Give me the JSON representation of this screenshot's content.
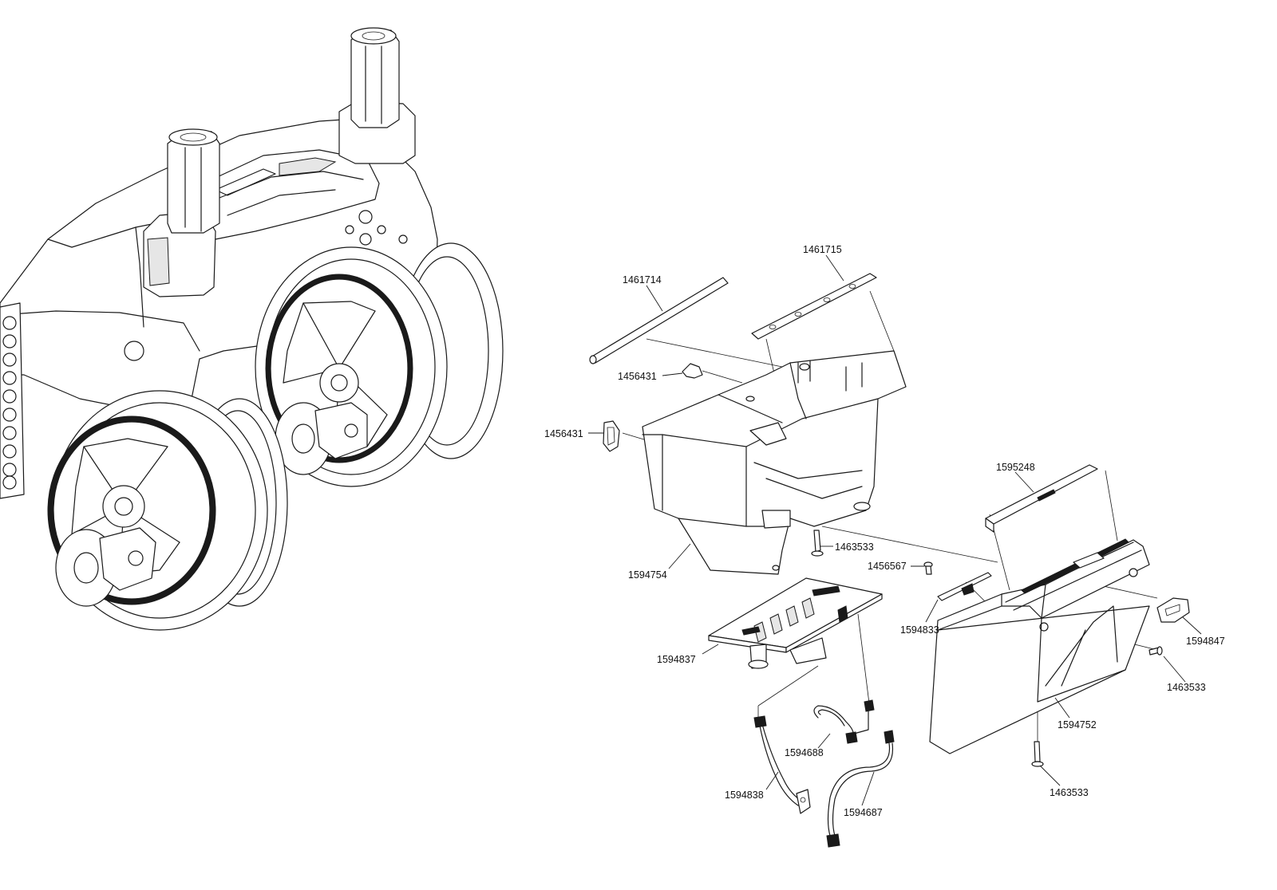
{
  "parts": [
    {
      "id": "p1461714",
      "number": "1461714"
    },
    {
      "id": "p1461715",
      "number": "1461715"
    },
    {
      "id": "p1456431a",
      "number": "1456431"
    },
    {
      "id": "p1456431b",
      "number": "1456431"
    },
    {
      "id": "p1594754",
      "number": "1594754"
    },
    {
      "id": "p1463533a",
      "number": "1463533"
    },
    {
      "id": "p1595248",
      "number": "1595248"
    },
    {
      "id": "p1456567",
      "number": "1456567"
    },
    {
      "id": "p1594833",
      "number": "1594833"
    },
    {
      "id": "p1594847",
      "number": "1594847"
    },
    {
      "id": "p1463533b",
      "number": "1463533"
    },
    {
      "id": "p1594752",
      "number": "1594752"
    },
    {
      "id": "p1463533c",
      "number": "1463533"
    },
    {
      "id": "p1594837",
      "number": "1594837"
    },
    {
      "id": "p1594688",
      "number": "1594688"
    },
    {
      "id": "p1594838",
      "number": "1594838"
    },
    {
      "id": "p1594687",
      "number": "1594687"
    }
  ]
}
